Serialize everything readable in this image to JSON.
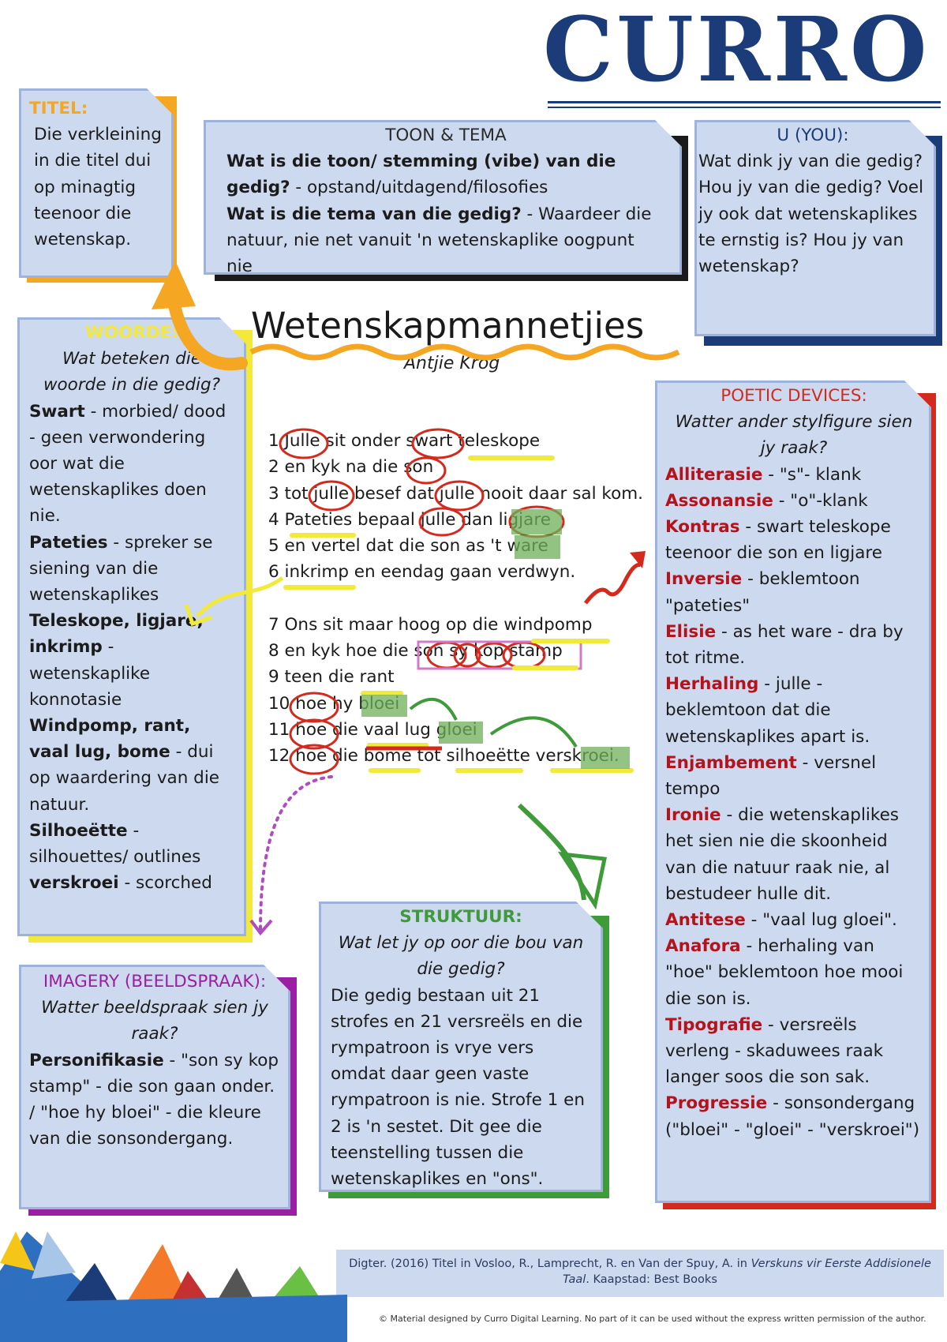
{
  "logo": {
    "text": "CURRO"
  },
  "titel": {
    "heading": "TITEL:",
    "body": "Die verkleining in die titel dui op minagtig teenoor die wetenskap."
  },
  "toon": {
    "heading": "TOON & TEMA",
    "q1": "Wat is die toon/ stemming (vibe) van die gedig?",
    "a1": " - opstand/uitdagend/filosofies",
    "q2": "Wat is die tema van die gedig?",
    "a2": " - Waardeer die natuur, nie net vanuit 'n wetenskaplike oogpunt nie"
  },
  "you": {
    "heading": "U (YOU):",
    "body": "Wat dink jy van die gedig? Hou jy van die gedig? Voel jy ook dat wetenskaplikes te ernstig is? Hou jy van wetenskap?"
  },
  "poem": {
    "title": "Wetenskapmannetjies",
    "author": "Antjie Krog",
    "lines": [
      "1 Julle sit onder swart teleskope",
      "2 en kyk na die son",
      "3 tot julle besef dat julle nooit daar sal kom.",
      "4 Pateties bepaal julle dan ligjare",
      "5 en vertel dat die son as 't ware",
      "6 inkrimp en eendag gaan verdwyn.",
      "7 Ons sit maar hoog op die windpomp",
      "8 en kyk hoe die son sy kop stamp",
      "9 teen die rant",
      "10 hoe hy bloei",
      "11 hoe die vaal lug gloei",
      "12 hoe die bome tot silhoeëtte verskroei."
    ]
  },
  "woorde": {
    "heading": "WOORDE:",
    "question": "Wat beteken die woorde in die gedig?",
    "items": [
      {
        "term": "Swart",
        "desc": " - morbied/ dood - geen verwondering oor wat die wetenskaplikes doen nie."
      },
      {
        "term": "Pateties",
        "desc": " - spreker se siening van die wetenskaplikes"
      },
      {
        "term": "Teleskope, ligjare, inkrimp",
        "desc": " - wetenskaplike konnotasie"
      },
      {
        "term": "Windpomp, rant, vaal lug, bome",
        "desc": " - dui op waardering van die natuur."
      },
      {
        "term": "Silhoeëtte",
        "desc": " - silhouettes/ outlines"
      },
      {
        "term": "verskroei",
        "desc": " - scorched"
      }
    ]
  },
  "devices": {
    "heading": "POETIC DEVICES:",
    "question": "Watter ander stylfigure sien jy raak?",
    "items": [
      {
        "term": "Alliterasie",
        "desc": " - \"s\"- klank"
      },
      {
        "term": "Assonansie",
        "desc": " - \"o\"-klank"
      },
      {
        "term": "Kontras",
        "desc": " - swart teleskope teenoor die son en ligjare"
      },
      {
        "term": "Inversie",
        "desc": " - beklemtoon \"pateties\""
      },
      {
        "term": "Elisie",
        "desc": " - as het ware - dra by tot ritme."
      },
      {
        "term": "Herhaling",
        "desc": " - julle - beklemtoon dat die wetenskaplikes apart is."
      },
      {
        "term": "Enjambement",
        "desc": " - versnel tempo"
      },
      {
        "term": "Ironie",
        "desc": " - die wetenskaplikes het sien nie die skoonheid van die natuur raak nie, al bestudeer hulle dit."
      },
      {
        "term": "Antitese",
        "desc": " - \"vaal lug gloei\"."
      },
      {
        "term": "Anafora",
        "desc": " - herhaling van \"hoe\" beklemtoon hoe mooi die son is."
      },
      {
        "term": "Tipografie",
        "desc": " - versreëls verleng - skaduwees raak langer soos die son sak."
      },
      {
        "term": "Progressie",
        "desc": " - sonsondergang (\"bloei\" - \"gloei\" - \"verskroei\")"
      }
    ]
  },
  "imagery": {
    "heading": "IMAGERY (BEELDSPRAAK):",
    "question": "Watter beeldspraak sien jy raak?",
    "term": "Personifikasie",
    "desc": " - \"son sy kop stamp\" - die son gaan onder. / \"hoe hy bloei\" - die kleure van die sonsondergang."
  },
  "struktuur": {
    "heading": "STRUKTUUR:",
    "question": "Wat let jy op oor die bou van die gedig?",
    "body": "Die gedig bestaan uit 21 strofes en 21 versreëls en die rympatroon is vrye vers omdat daar geen vaste rympatroon is nie. Strofe 1 en 2 is 'n sestet. Dit gee die teenstelling tussen die wetenskaplikes en \"ons\"."
  },
  "footer": {
    "citation_a": "Digter. (2016) Titel in Vosloo, R., Lamprecht, R. en Van der Spuy, A. in ",
    "citation_i": "Verskuns vir Eerste Addisionele Taal",
    "citation_b": ". Kaapstad: Best Books",
    "copyright": "© Material designed by Curro Digital Learning. No part of it can be used without the express written permission of the author."
  },
  "colors": {
    "note_fill": "#cdd9ee",
    "note_border": "#9db3dc",
    "orange": "#f5a623",
    "yellow": "#f3e93a",
    "red": "#d42a1e",
    "green": "#3f9a3a",
    "purple": "#9b1fa2",
    "navy": "#1b3c78",
    "dark_red_text": "#b5121b"
  }
}
